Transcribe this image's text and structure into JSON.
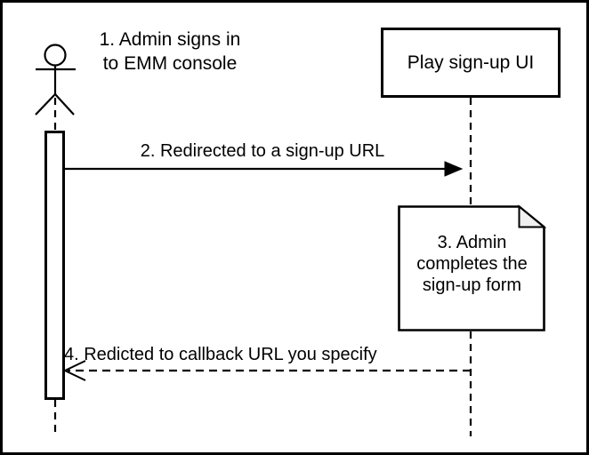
{
  "diagram": {
    "actor_label": "1. Admin signs in\nto EMM console",
    "participant_label": "Play sign-up UI",
    "messages": [
      {
        "label": "2. Redirected to a sign-up URL",
        "line_style": "solid",
        "arrowhead": "filled",
        "direction": "left-to-right"
      },
      {
        "label": "4. Redicted to callback URL you specify",
        "line_style": "dashed",
        "arrowhead": "open",
        "direction": "right-to-left"
      }
    ],
    "note_text": "3. Admin\ncompletes the\nsign-up form",
    "colors": {
      "stroke": "#000000",
      "background": "#ffffff",
      "note_fill": "#ffffff",
      "note_fold": "#f0f0f0"
    }
  }
}
